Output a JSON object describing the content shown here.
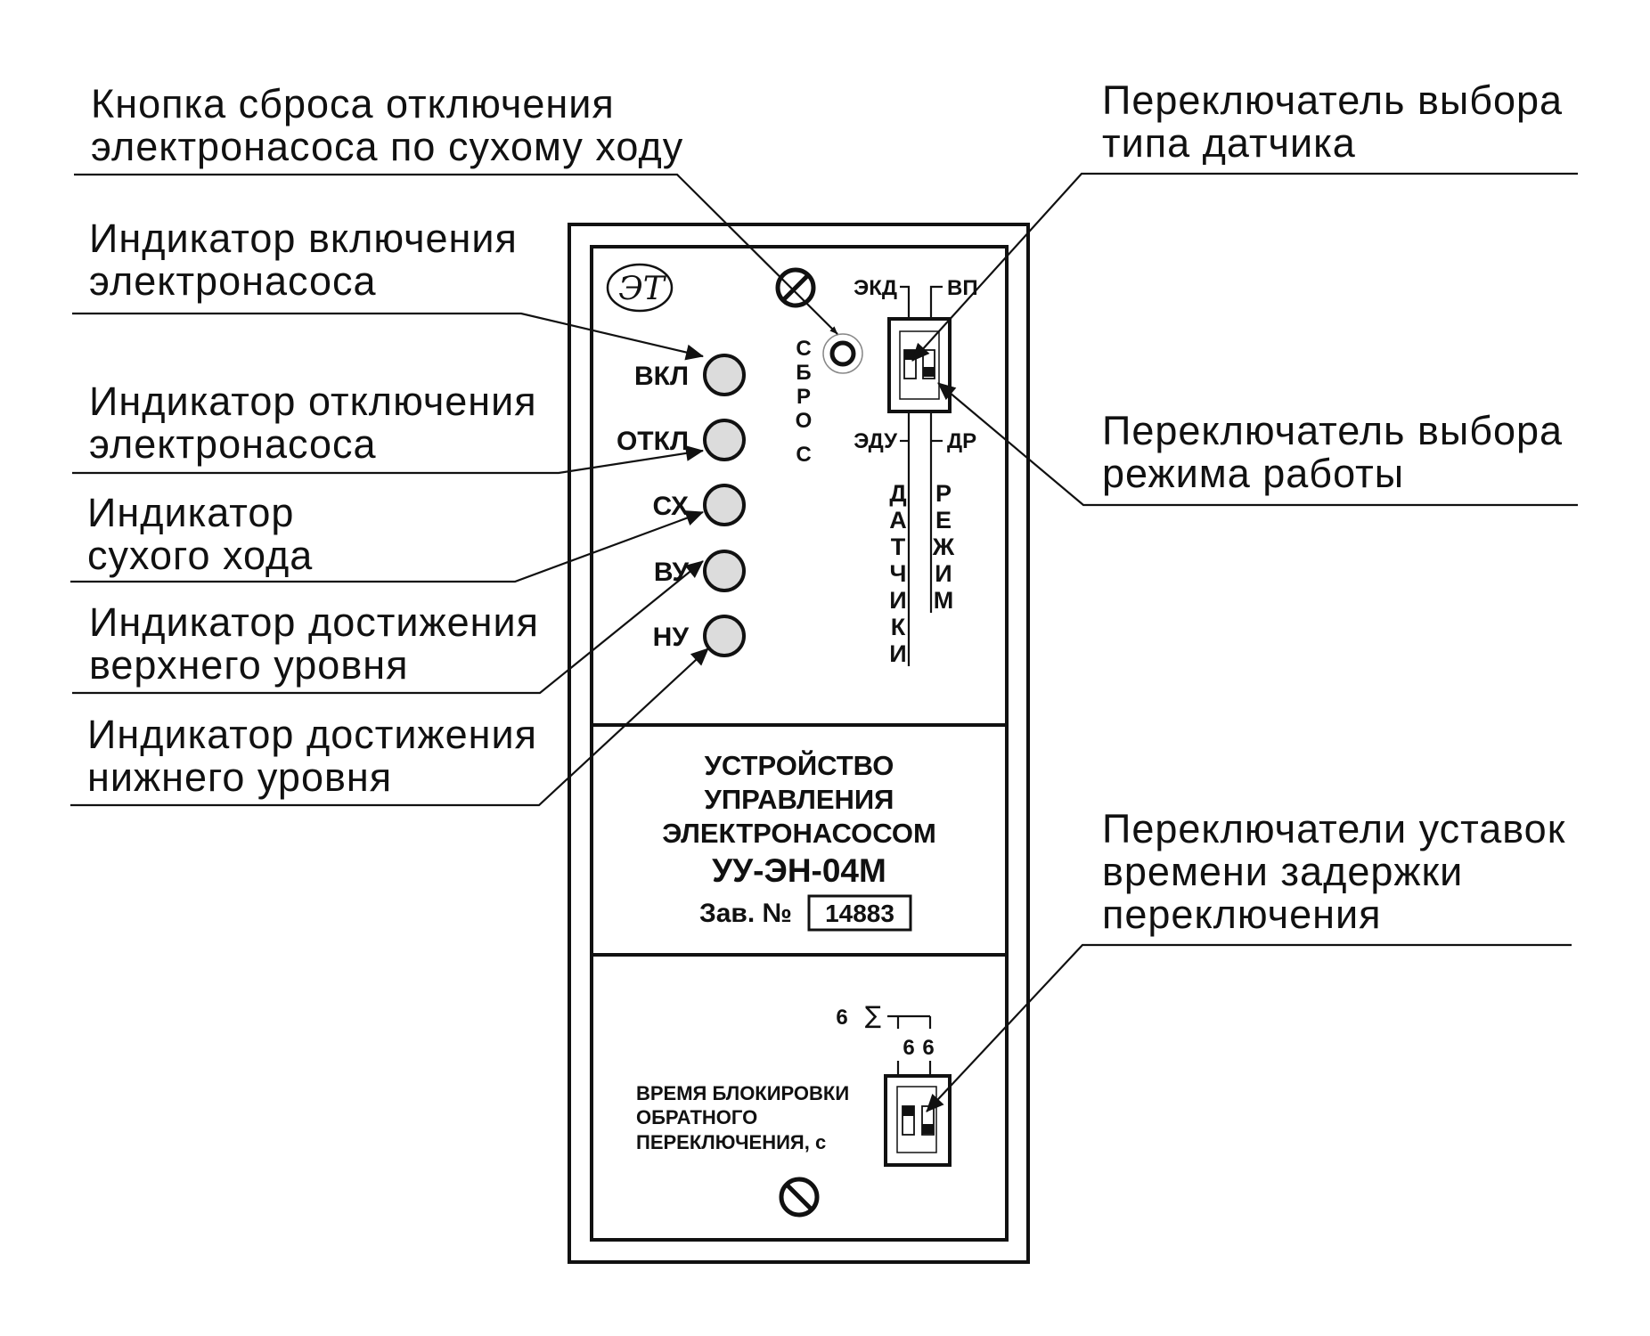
{
  "callouts": {
    "reset_button": [
      "Кнопка сброса отключения",
      "электронасоса по сухому ходу"
    ],
    "on_indicator": [
      "Индикатор включения",
      "электронасоса"
    ],
    "off_indicator": [
      "Индикатор отключения",
      "электронасоса"
    ],
    "dry_run_indicator": [
      "Индикатор",
      "сухого хода"
    ],
    "upper_level_indicator": [
      "Индикатор достижения",
      "верхнего уровня"
    ],
    "lower_level_indicator": [
      "Индикатор достижения",
      "нижнего уровня"
    ],
    "sensor_type_switch": [
      "Переключатель выбора",
      "типа датчика"
    ],
    "mode_switch": [
      "Переключатель выбора",
      "режима работы"
    ],
    "delay_switches": [
      "Переключатели уставок",
      "времени задержки",
      "переключения"
    ]
  },
  "panel": {
    "logo": "ЭТ",
    "leds": [
      "ВКЛ",
      "ОТКЛ",
      "СХ",
      "ВУ",
      "НУ"
    ],
    "reset_label": [
      "С",
      "Б",
      "Р",
      "О",
      "С"
    ],
    "sensor_switch": {
      "top_left": "ЭКД",
      "top_right": "ВП",
      "bottom_left": "ЭДУ",
      "bottom_right": "ДР",
      "sensors_label": [
        "Д",
        "А",
        "Т",
        "Ч",
        "И",
        "К",
        "И"
      ],
      "mode_label": [
        "Р",
        "Е",
        "Ж",
        "И",
        "М"
      ]
    },
    "title_lines": [
      "УСТРОЙСТВО",
      "УПРАВЛЕНИЯ",
      "ЭЛЕКТРОНАСОСОМ"
    ],
    "model": "УУ-ЭН-04М",
    "serial_label": "Зав. №",
    "serial_number": "14883",
    "delay": {
      "sum_label": "6",
      "sum_symbol": "∑",
      "switch_labels": [
        "6",
        "6"
      ],
      "caption": [
        "ВРЕМЯ БЛОКИРОВКИ",
        "ОБРАТНОГО",
        "ПЕРЕКЛЮЧЕНИЯ, с"
      ]
    }
  }
}
